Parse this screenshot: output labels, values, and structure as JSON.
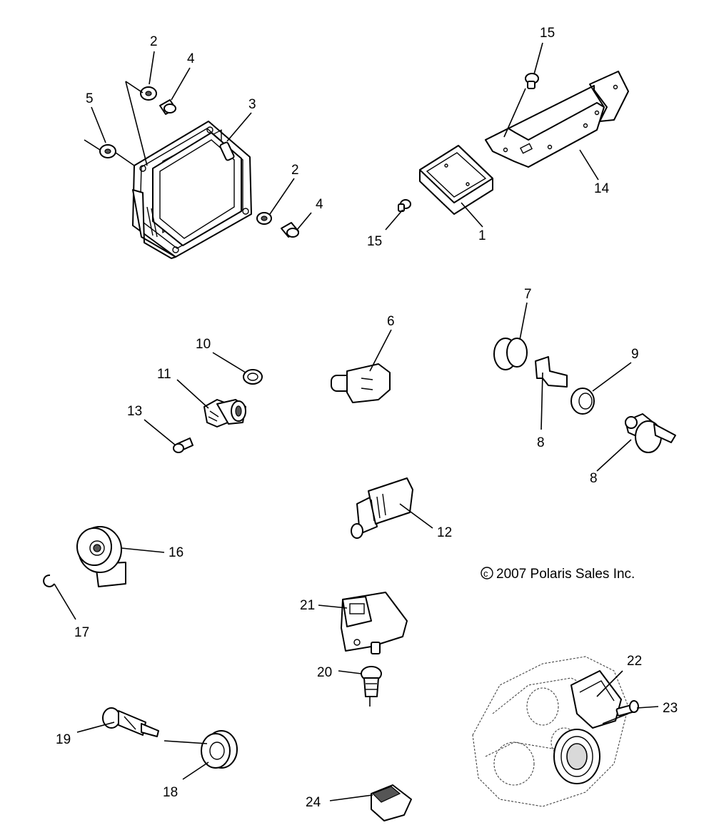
{
  "copyright": {
    "symbol": "c",
    "text": "2007 Polaris Sales Inc."
  },
  "callouts": {
    "c1": "1",
    "c2a": "2",
    "c2b": "2",
    "c3": "3",
    "c4a": "4",
    "c4b": "4",
    "c5": "5",
    "c6": "6",
    "c7": "7",
    "c8a": "8",
    "c8b": "8",
    "c9": "9",
    "c10": "10",
    "c11": "11",
    "c12": "12",
    "c13": "13",
    "c14": "14",
    "c15a": "15",
    "c15b": "15",
    "c16": "16",
    "c17": "17",
    "c18": "18",
    "c19": "19",
    "c20": "20",
    "c21": "21",
    "c22": "22",
    "c23": "23",
    "c24": "24"
  }
}
